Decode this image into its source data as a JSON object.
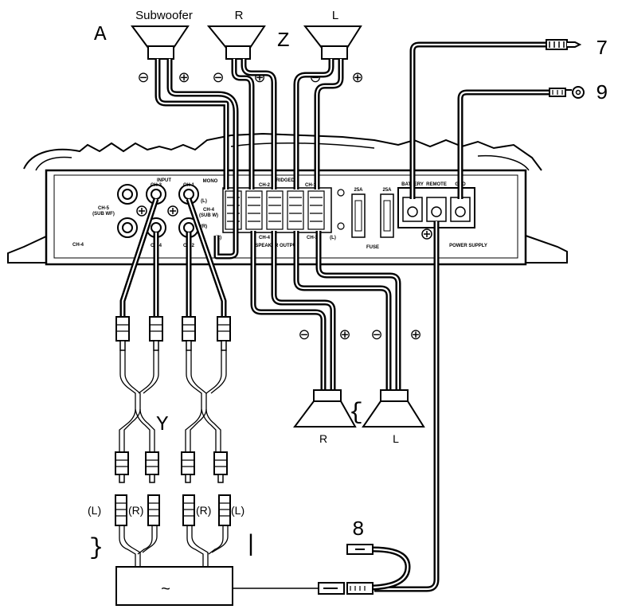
{
  "labels": {
    "subwoofer": "Subwoofer",
    "r_top": "R",
    "l_top": "L",
    "a": "A",
    "z": "Z",
    "n7": "7",
    "n9": "9",
    "y": "Y",
    "n8": "8",
    "r_bottom": "R",
    "l_bottom": "L",
    "brace_bottom": "{",
    "brace_left": "}",
    "bar": "|",
    "l_left": "(L)",
    "r_left": "(R)",
    "r_right": "(R)",
    "l_right": "(L)",
    "source": "~"
  },
  "amp": {
    "input": "INPUT",
    "ch3": "CH-3",
    "ch1": "CH-1",
    "ch5": "CH-5",
    "sub_wf": "(SUB WF)",
    "ch4_side": "CH-4",
    "mono": "MONO",
    "ch4_sub": "CH-4",
    "sub_w": "(SUB W)",
    "l_small": "(L)",
    "r_small": "(R)",
    "ch2_top": "CH-2",
    "bridged": "BRIDGED",
    "ch1_top": "CH-1",
    "ch4_bot": "CH-4",
    "speaker_output": "SPEAKER OUTPUT",
    "ch3_bot": "CH-3",
    "l_bot": "(L)",
    "r_bot": "(R)",
    "fuse_25a_1": "25A",
    "fuse_25a_2": "25A",
    "fuse": "FUSE",
    "battery": "BATTERY",
    "remote": "REMOTE",
    "gnd": "GND",
    "power_supply": "POWER SUPPLY",
    "ch4_label": "CH-4",
    "ch2_label": "CH-2"
  },
  "polarity": {
    "minus": "⊖",
    "plus": "⊕"
  }
}
